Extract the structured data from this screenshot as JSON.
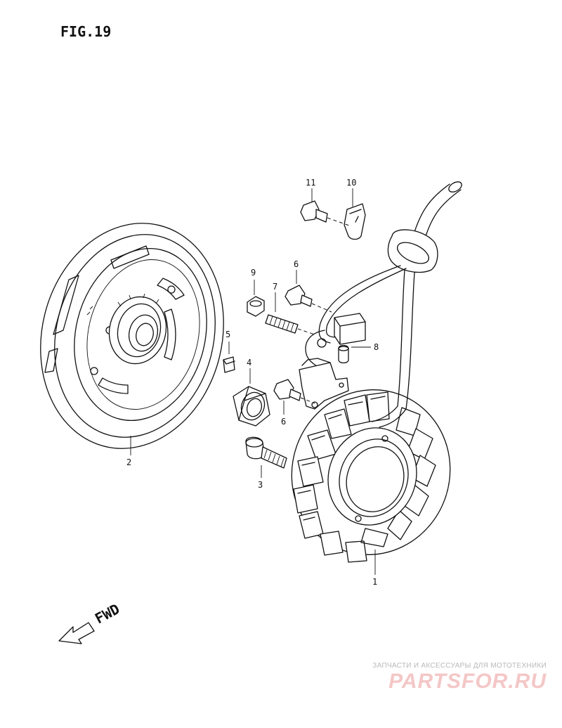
{
  "figure": {
    "title": "FIG.19"
  },
  "direction": {
    "label": "FWD"
  },
  "callouts": [
    {
      "id": "1",
      "label": "1"
    },
    {
      "id": "2",
      "label": "2"
    },
    {
      "id": "3",
      "label": "3"
    },
    {
      "id": "4",
      "label": "4"
    },
    {
      "id": "5",
      "label": "5"
    },
    {
      "id": "6a",
      "label": "6"
    },
    {
      "id": "6b",
      "label": "6"
    },
    {
      "id": "7",
      "label": "7"
    },
    {
      "id": "8",
      "label": "8"
    },
    {
      "id": "9",
      "label": "9"
    },
    {
      "id": "10",
      "label": "10"
    },
    {
      "id": "11",
      "label": "11"
    }
  ],
  "watermark": {
    "tagline": "ЗАПЧАСТИ И АКСЕССУАРЫ ДЛЯ МОТОТЕХНИКИ",
    "logo": "PARTSFOR.RU",
    "color": "#f4c7c7"
  }
}
